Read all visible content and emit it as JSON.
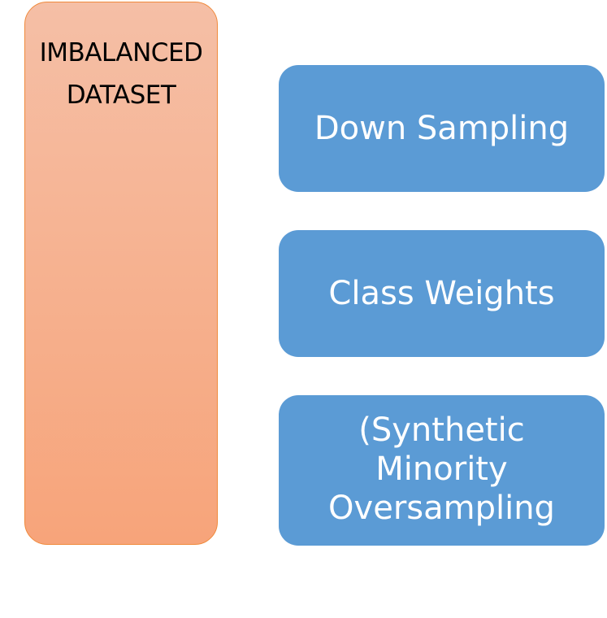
{
  "source": {
    "title_lines": [
      "IMBALANCED",
      "DATASET"
    ]
  },
  "methods": [
    {
      "lines": [
        "Down Sampling"
      ]
    },
    {
      "lines": [
        "Class Weights"
      ]
    },
    {
      "lines": [
        "(Synthetic",
        "Minority",
        "Oversampling"
      ]
    }
  ],
  "colors": {
    "source_fill_top": "#f5bfa6",
    "source_fill_bottom": "#f7a47a",
    "source_border": "#f08a3c",
    "method_fill": "#5b9bd5",
    "method_text": "#ffffff"
  }
}
